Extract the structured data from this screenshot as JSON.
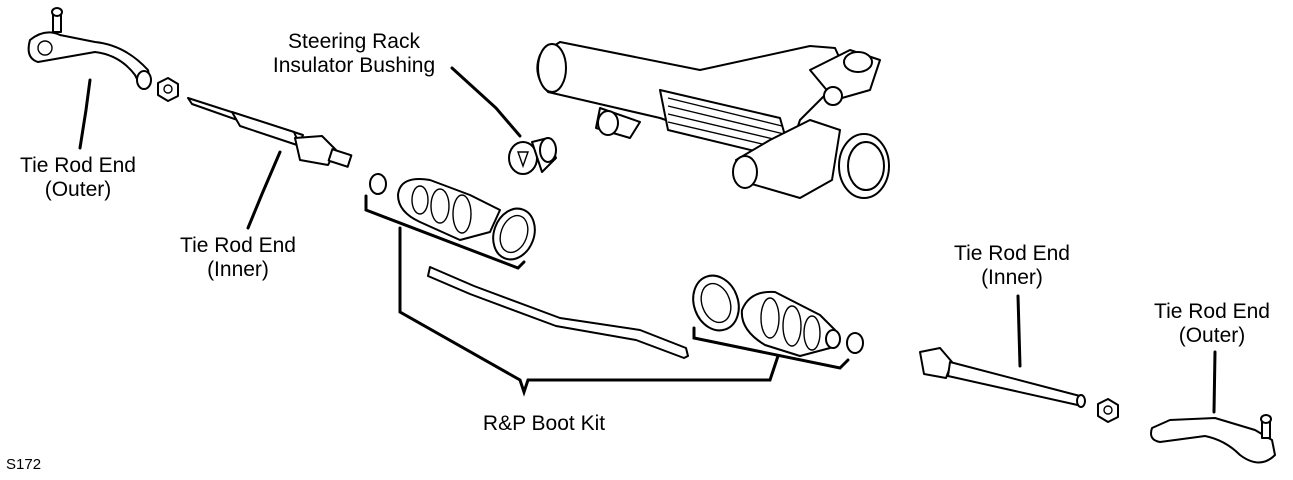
{
  "diagram": {
    "labels": {
      "steering_rack_bushing": [
        "Steering Rack",
        "Insulator Bushing"
      ],
      "tie_rod_end_outer_left": [
        "Tie Rod End",
        "(Outer)"
      ],
      "tie_rod_end_inner_left": [
        "Tie Rod End",
        "(Inner)"
      ],
      "tie_rod_end_inner_right": [
        "Tie Rod End",
        "(Inner)"
      ],
      "tie_rod_end_outer_right": [
        "Tie Rod End",
        "(Outer)"
      ],
      "boot_kit": "R&P Boot Kit"
    },
    "figure_code": "S172",
    "colors": {
      "line": "#000000",
      "background": "#ffffff"
    }
  }
}
